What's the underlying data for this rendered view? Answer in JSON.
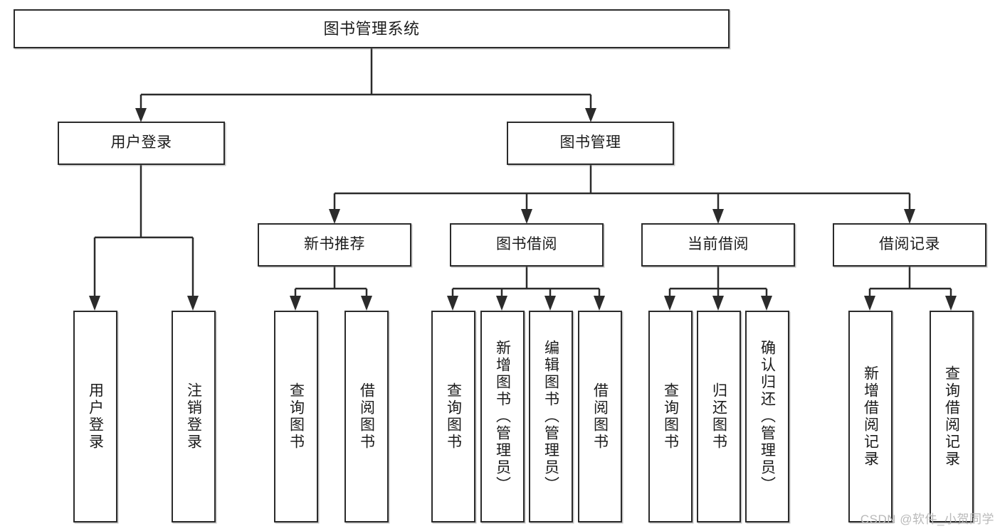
{
  "diagram": {
    "type": "tree-hierarchy",
    "background": "#ffffff",
    "line_color": "#2b2b2b",
    "text_color": "#1b1b1b",
    "root": {
      "id": "root",
      "label": "图书管理系统"
    },
    "level2": [
      {
        "id": "user-login",
        "label": "用户登录"
      },
      {
        "id": "book-manage",
        "label": "图书管理"
      }
    ],
    "level3": [
      {
        "id": "new-book-rec",
        "label": "新书推荐",
        "parent": "book-manage"
      },
      {
        "id": "book-borrow",
        "label": "图书借阅",
        "parent": "book-manage"
      },
      {
        "id": "current-borrow",
        "label": "当前借阅",
        "parent": "book-manage"
      },
      {
        "id": "borrow-record",
        "label": "借阅记录",
        "parent": "book-manage"
      }
    ],
    "leaves": [
      {
        "id": "leaf-user-login",
        "label": "用户登录",
        "parent": "user-login"
      },
      {
        "id": "leaf-user-logout",
        "label": "注销登录",
        "parent": "user-login"
      },
      {
        "id": "leaf-query-book-rec",
        "label": "查询图书",
        "parent": "new-book-rec"
      },
      {
        "id": "leaf-borrow-book-rec",
        "label": "借阅图书",
        "parent": "new-book-rec"
      },
      {
        "id": "leaf-query-book-borrow",
        "label": "查询图书",
        "parent": "book-borrow"
      },
      {
        "id": "leaf-add-book",
        "label": "新增图书（管理员）",
        "parent": "book-borrow"
      },
      {
        "id": "leaf-edit-book",
        "label": "编辑图书（管理员）",
        "parent": "book-borrow"
      },
      {
        "id": "leaf-borrow-book",
        "label": "借阅图书",
        "parent": "book-borrow"
      },
      {
        "id": "leaf-query-book-current",
        "label": "查询图书",
        "parent": "current-borrow"
      },
      {
        "id": "leaf-return-book",
        "label": "归还图书",
        "parent": "current-borrow"
      },
      {
        "id": "leaf-confirm-return",
        "label": "确认归还（管理员）",
        "parent": "current-borrow"
      },
      {
        "id": "leaf-add-record",
        "label": "新增借阅记录",
        "parent": "borrow-record"
      },
      {
        "id": "leaf-query-record",
        "label": "查询借阅记录",
        "parent": "borrow-record"
      }
    ]
  },
  "watermark": {
    "text": "CSDN @软件_小贺同学"
  }
}
